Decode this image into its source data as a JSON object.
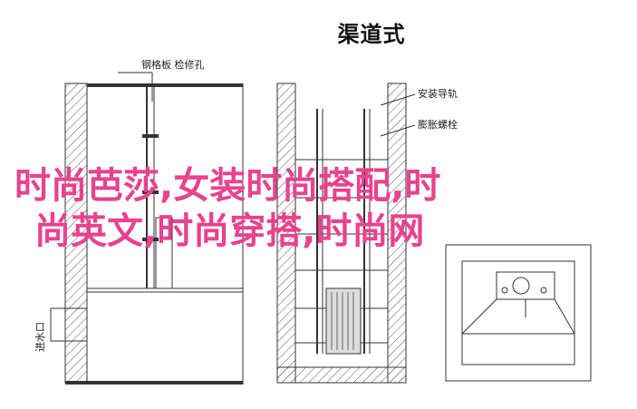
{
  "diagram": {
    "title": "渠道式",
    "labels": {
      "steel_plate": "钢格板 检修孔",
      "guide_rail": "安装导轨",
      "expansion_bolt": "膨胀螺栓",
      "inlet": "进水口"
    }
  },
  "watermark": {
    "line1": "时尚芭莎,女装时尚搭配,时",
    "line2": "尚英文,时尚穿搭,时尚网",
    "color": "#e8428f"
  }
}
